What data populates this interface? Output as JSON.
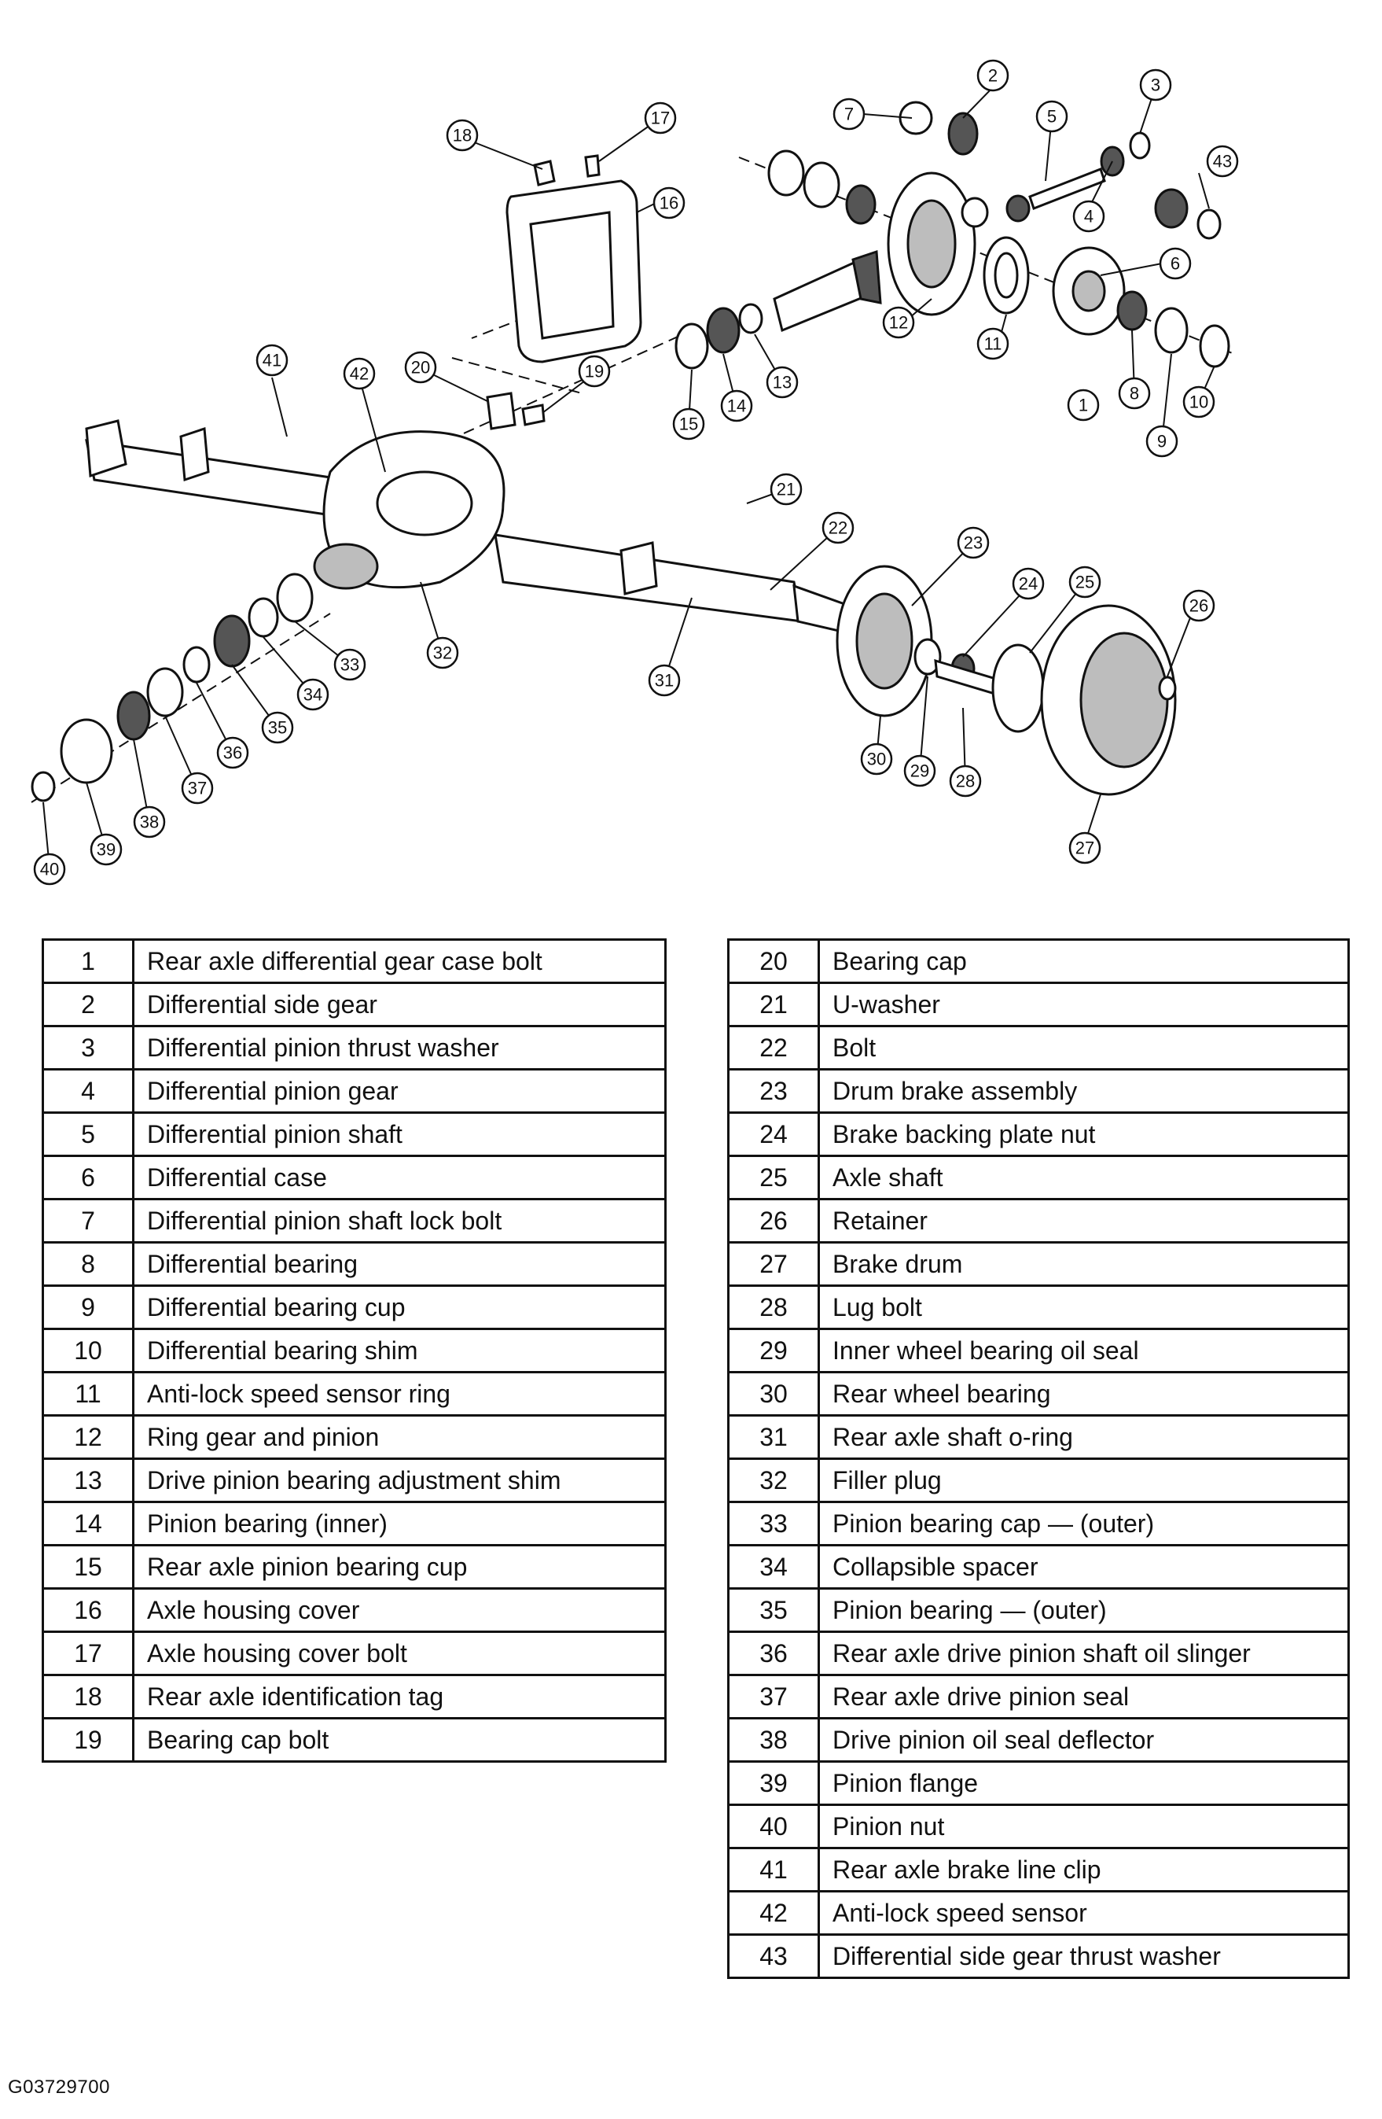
{
  "figure_code": "G03729700",
  "callouts": [
    "1",
    "2",
    "3",
    "4",
    "5",
    "6",
    "7",
    "8",
    "9",
    "10",
    "11",
    "12",
    "13",
    "14",
    "15",
    "16",
    "17",
    "18",
    "19",
    "20",
    "21",
    "22",
    "23",
    "24",
    "25",
    "26",
    "27",
    "28",
    "29",
    "30",
    "31",
    "32",
    "33",
    "34",
    "35",
    "36",
    "37",
    "38",
    "39",
    "40",
    "41",
    "42",
    "43"
  ],
  "legend_left": [
    {
      "num": "1",
      "label": "Rear axle differential gear case bolt"
    },
    {
      "num": "2",
      "label": "Differential side gear"
    },
    {
      "num": "3",
      "label": "Differential pinion thrust washer"
    },
    {
      "num": "4",
      "label": "Differential pinion gear"
    },
    {
      "num": "5",
      "label": "Differential pinion shaft"
    },
    {
      "num": "6",
      "label": "Differential case"
    },
    {
      "num": "7",
      "label": "Differential pinion shaft lock bolt"
    },
    {
      "num": "8",
      "label": "Differential bearing"
    },
    {
      "num": "9",
      "label": "Differential bearing cup"
    },
    {
      "num": "10",
      "label": "Differential bearing shim"
    },
    {
      "num": "11",
      "label": "Anti-lock speed sensor ring"
    },
    {
      "num": "12",
      "label": "Ring gear and pinion"
    },
    {
      "num": "13",
      "label": "Drive pinion bearing adjustment shim"
    },
    {
      "num": "14",
      "label": "Pinion bearing (inner)"
    },
    {
      "num": "15",
      "label": "Rear axle pinion bearing cup"
    },
    {
      "num": "16",
      "label": "Axle housing cover"
    },
    {
      "num": "17",
      "label": "Axle housing cover bolt"
    },
    {
      "num": "18",
      "label": "Rear axle identification tag"
    },
    {
      "num": "19",
      "label": "Bearing cap bolt"
    }
  ],
  "legend_right": [
    {
      "num": "20",
      "label": "Bearing cap"
    },
    {
      "num": "21",
      "label": "U-washer"
    },
    {
      "num": "22",
      "label": "Bolt"
    },
    {
      "num": "23",
      "label": "Drum brake assembly"
    },
    {
      "num": "24",
      "label": "Brake backing plate nut"
    },
    {
      "num": "25",
      "label": "Axle shaft"
    },
    {
      "num": "26",
      "label": "Retainer"
    },
    {
      "num": "27",
      "label": "Brake drum"
    },
    {
      "num": "28",
      "label": "Lug bolt"
    },
    {
      "num": "29",
      "label": "Inner wheel bearing oil seal"
    },
    {
      "num": "30",
      "label": "Rear wheel bearing"
    },
    {
      "num": "31",
      "label": "Rear axle shaft o-ring"
    },
    {
      "num": "32",
      "label": "Filler plug"
    },
    {
      "num": "33",
      "label": "Pinion bearing cap — (outer)"
    },
    {
      "num": "34",
      "label": "Collapsible spacer"
    },
    {
      "num": "35",
      "label": "Pinion bearing — (outer)"
    },
    {
      "num": "36",
      "label": "Rear axle drive pinion shaft oil slinger"
    },
    {
      "num": "37",
      "label": "Rear axle drive pinion seal"
    },
    {
      "num": "38",
      "label": "Drive pinion oil seal deflector"
    },
    {
      "num": "39",
      "label": "Pinion flange"
    },
    {
      "num": "40",
      "label": "Pinion nut"
    },
    {
      "num": "41",
      "label": "Rear axle brake line clip"
    },
    {
      "num": "42",
      "label": "Anti-lock speed sensor"
    },
    {
      "num": "43",
      "label": "Differential side gear thrust washer"
    }
  ]
}
